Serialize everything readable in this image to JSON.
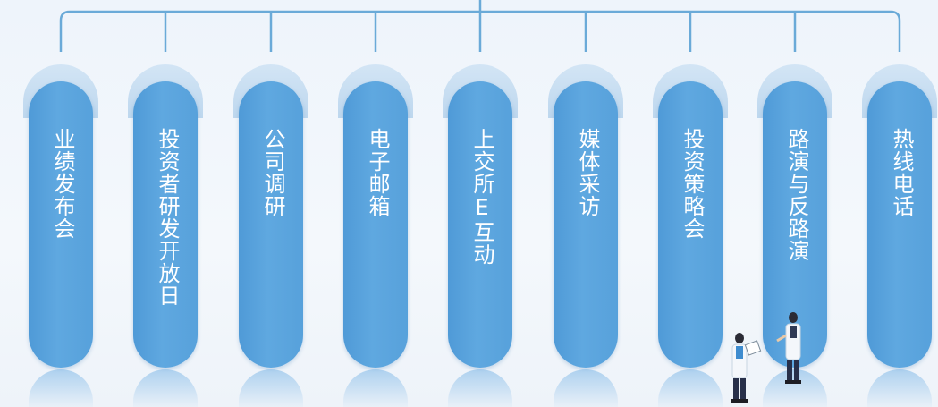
{
  "diagram": {
    "line_color": "#6aaad8",
    "pill_color": "#5aa5dd",
    "items": [
      {
        "label": "业绩发布会"
      },
      {
        "label": "投资者研发开放日"
      },
      {
        "label": "公司调研"
      },
      {
        "label": "电子邮箱"
      },
      {
        "label": "上交所E互动"
      },
      {
        "label": "媒体采访"
      },
      {
        "label": "投资策略会"
      },
      {
        "label": "路演与反路演"
      },
      {
        "label": "热线电话"
      }
    ]
  },
  "illustration": {
    "icon": "doctors-illustration"
  }
}
